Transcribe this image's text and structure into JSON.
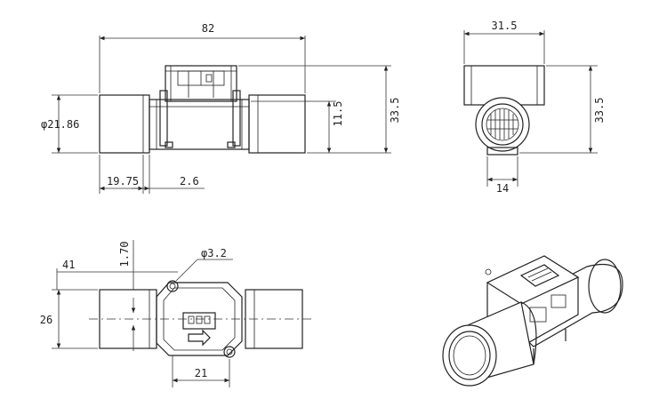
{
  "front_view": {
    "overall_length": "82",
    "pipe_diameter": "φ21.86",
    "connector_height": "11.5",
    "total_height": "33.5",
    "pipe_end_length": "19.75",
    "flange_offset": "2.6"
  },
  "side_view": {
    "housing_width": "31.5",
    "total_height": "33.5",
    "base_width": "14"
  },
  "top_view": {
    "offset_41": "41",
    "offset_170": "1.70",
    "hole_diameter": "φ3.2",
    "width_26": "26",
    "spacing_21": "21"
  }
}
